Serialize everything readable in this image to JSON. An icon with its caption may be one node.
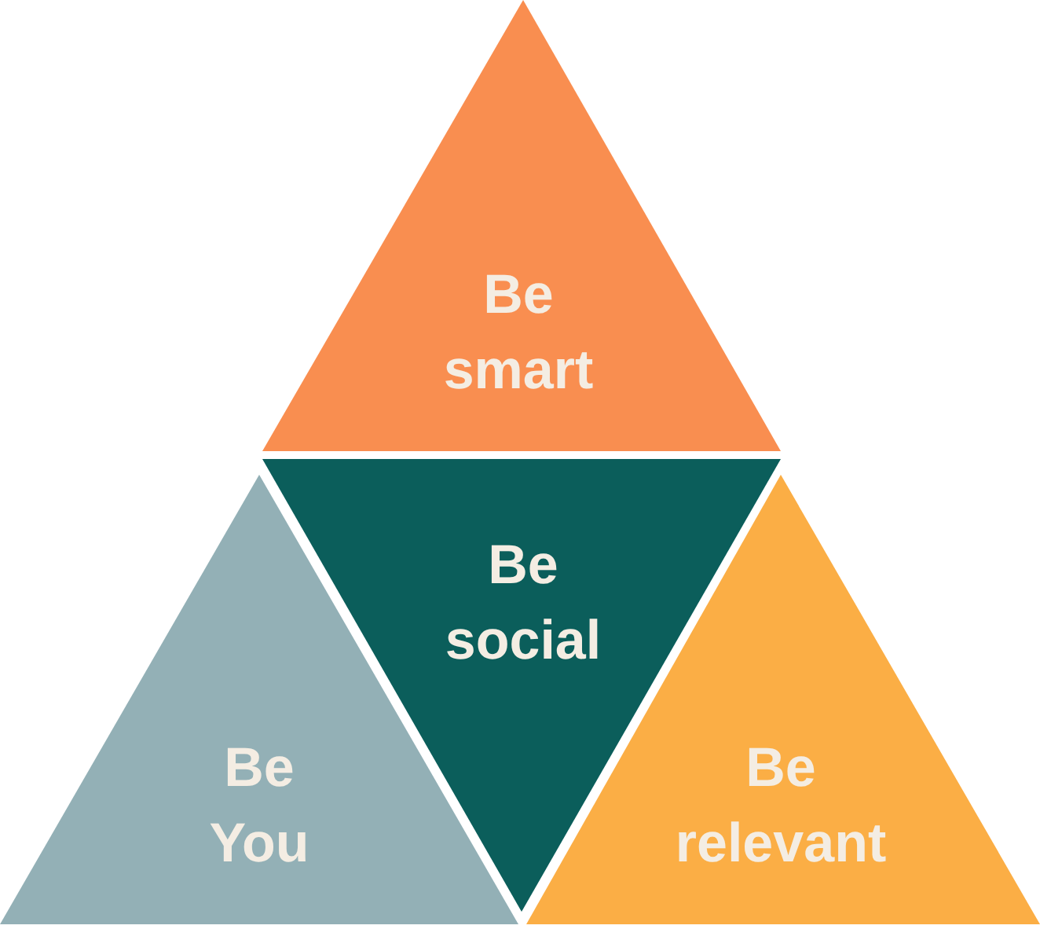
{
  "diagram": {
    "nodes": [
      {
        "text": [
          "Be smart"
        ]
      },
      {
        "text": [
          "Be social"
        ]
      },
      {
        "text": [
          "Be You"
        ]
      },
      {
        "text": [
          "Be relevant"
        ]
      }
    ]
  }
}
